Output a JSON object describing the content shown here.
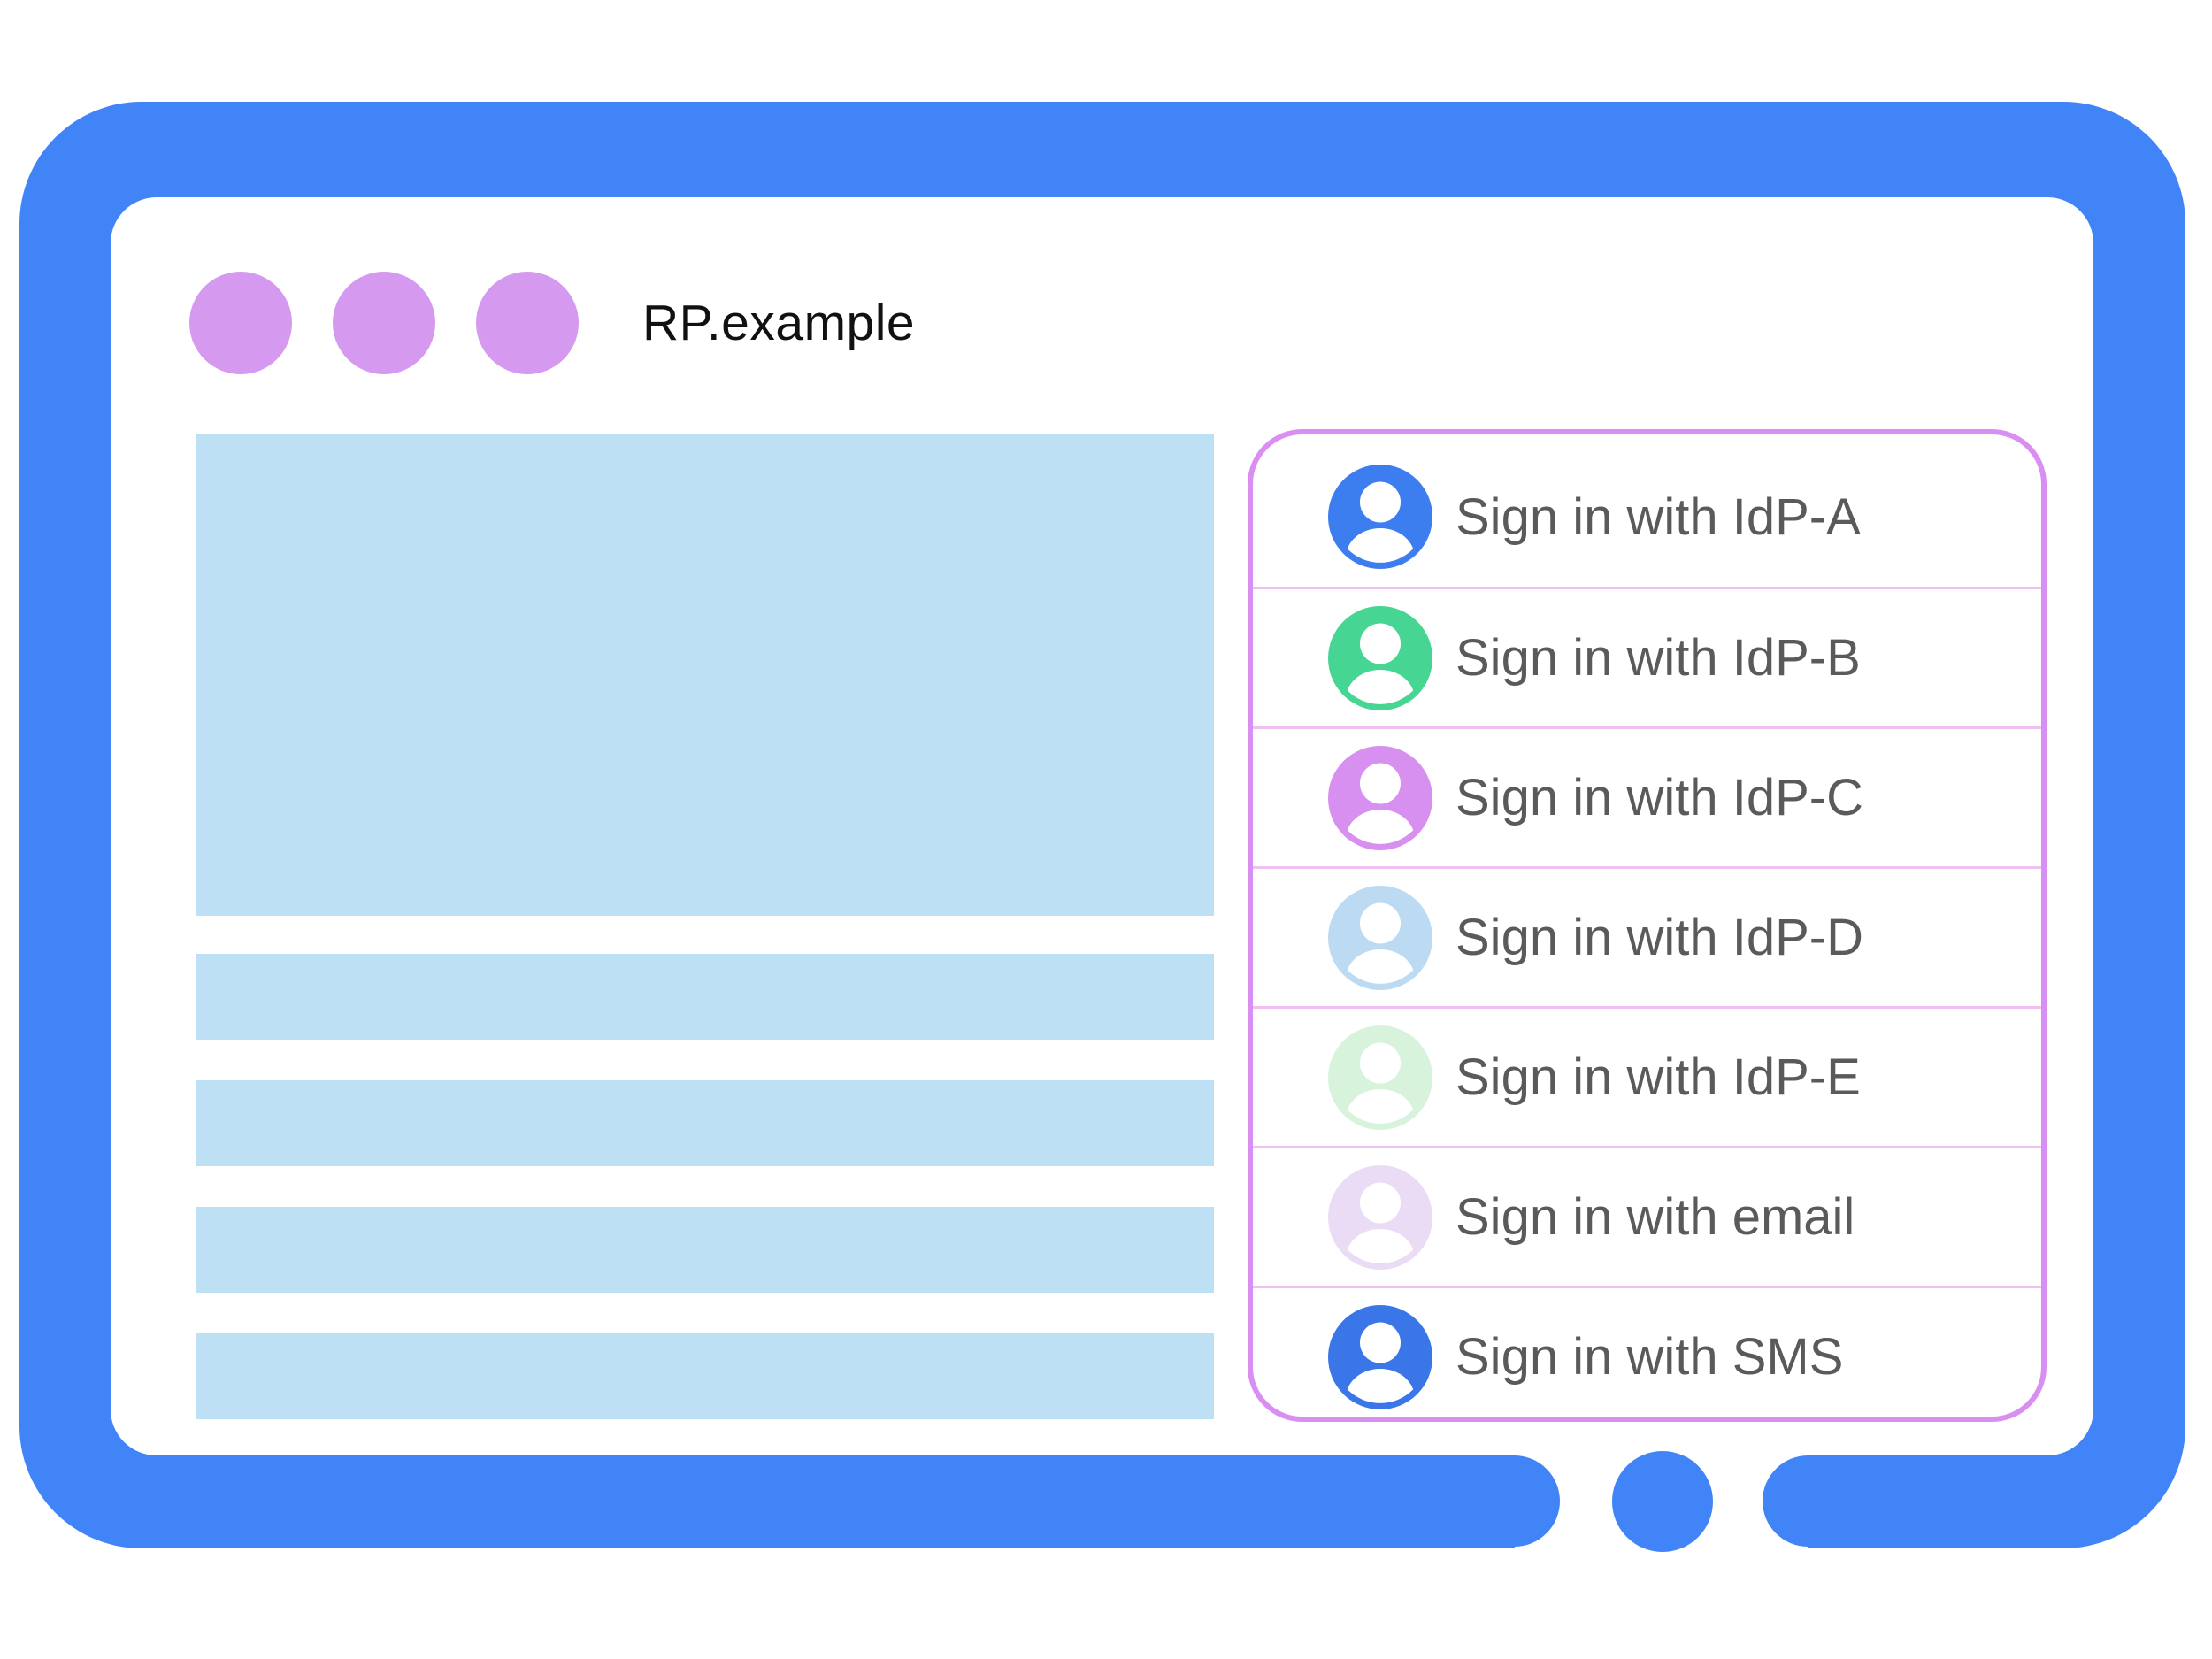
{
  "window": {
    "title": "RP.example",
    "controls": {
      "dot_count": 3,
      "icon": "window-control-dot",
      "color": "#D59AF0"
    }
  },
  "content_skeleton": {
    "hero_block": "placeholder",
    "text_bar_count": 4,
    "color": "#BDE0F5"
  },
  "signin_panel": {
    "items": [
      {
        "label": "Sign in with IdP-A",
        "icon": "account-person-icon",
        "color": "#3C7DF0"
      },
      {
        "label": "Sign in with IdP-B",
        "icon": "account-person-icon",
        "color": "#47D593"
      },
      {
        "label": "Sign in with IdP-C",
        "icon": "account-person-icon",
        "color": "#D78FF0"
      },
      {
        "label": "Sign in with IdP-D",
        "icon": "account-person-icon",
        "color": "#BCDAF2"
      },
      {
        "label": "Sign in with IdP-E",
        "icon": "account-person-icon",
        "color": "#D8F3DC"
      },
      {
        "label": "Sign in with email",
        "icon": "account-person-icon",
        "color": "#EADCF5"
      },
      {
        "label": "Sign in with SMS",
        "icon": "account-person-icon",
        "color": "#3B76E9"
      }
    ]
  },
  "colors": {
    "frame_blue": "#4184F8",
    "skeleton_blue": "#BDE0F5",
    "window_dot_purple": "#D59AF0",
    "panel_border_violet": "#D98FF2",
    "divider_pink": "#F0C0F3",
    "label_gray": "#595A5C",
    "title_black": "#111111"
  }
}
